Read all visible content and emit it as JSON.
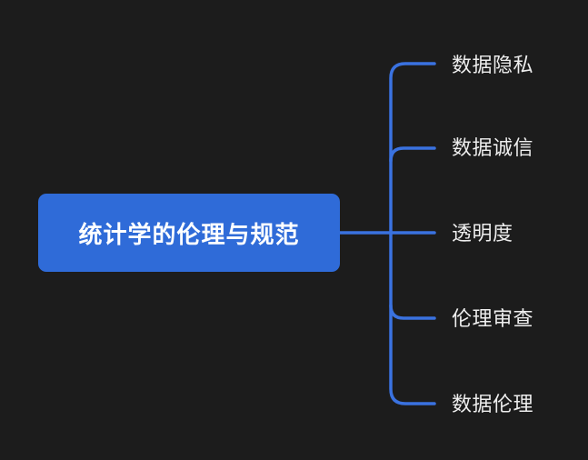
{
  "mindmap": {
    "root": {
      "label": "统计学的伦理与规范"
    },
    "branches": [
      {
        "label": "数据隐私"
      },
      {
        "label": "数据诚信"
      },
      {
        "label": "透明度"
      },
      {
        "label": "伦理审查"
      },
      {
        "label": "数据伦理"
      }
    ]
  },
  "colors": {
    "background": "#1c1c1c",
    "root_fill": "#2f6bd8",
    "connector": "#3a72e0",
    "root_text": "#ffffff",
    "branch_text": "#eeeeee"
  }
}
